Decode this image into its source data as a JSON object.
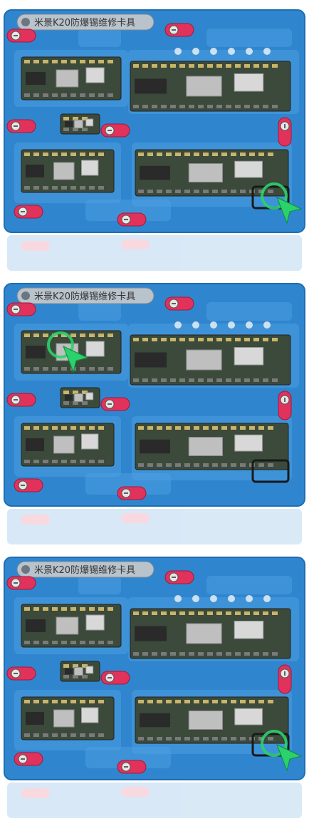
{
  "label": "米景K20防爆锡维修卡具",
  "colors": {
    "background": "#ffffff",
    "fixture_blue": "#2f86cf",
    "fixture_dark": "#1f6db2",
    "fixture_light": "#4a9fe0",
    "board_green": "#3b4a3a",
    "clamp_red": "#e0325a",
    "highlight_green": "#2bd16a"
  },
  "panels": [
    {
      "highlight": "bottom-right"
    },
    {
      "highlight": "top-left"
    },
    {
      "highlight": "bottom-right"
    }
  ]
}
